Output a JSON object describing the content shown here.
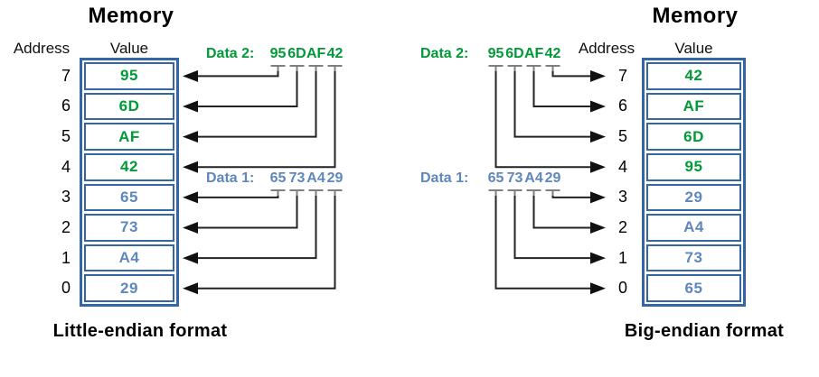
{
  "colors": {
    "table_border_blue": "#3465a4",
    "data2_green": "#009a38",
    "data1_blue": "#5e87be",
    "arrow_black": "#222222",
    "tick_gray": "#7f7f7f"
  },
  "panels": {
    "left": {
      "title": "Memory",
      "address_header": "Address",
      "value_header": "Value",
      "caption": "Little-endian format",
      "rows": [
        {
          "address": "7",
          "value": "95",
          "group": "data2"
        },
        {
          "address": "6",
          "value": "6D",
          "group": "data2"
        },
        {
          "address": "5",
          "value": "AF",
          "group": "data2"
        },
        {
          "address": "4",
          "value": "42",
          "group": "data2"
        },
        {
          "address": "3",
          "value": "65",
          "group": "data1"
        },
        {
          "address": "2",
          "value": "73",
          "group": "data1"
        },
        {
          "address": "1",
          "value": "A4",
          "group": "data1"
        },
        {
          "address": "0",
          "value": "29",
          "group": "data1"
        }
      ],
      "data2": {
        "prefix": "Data 2:",
        "bytes": [
          "95",
          "6D",
          "AF",
          "42"
        ],
        "targets": [
          7,
          6,
          5,
          4
        ]
      },
      "data1": {
        "prefix": "Data 1:",
        "bytes": [
          "65",
          "73",
          "A4",
          "29"
        ],
        "targets": [
          3,
          2,
          1,
          0
        ]
      }
    },
    "right": {
      "title": "Memory",
      "address_header": "Address",
      "value_header": "Value",
      "caption": "Big-endian format",
      "rows": [
        {
          "address": "7",
          "value": "42",
          "group": "data2"
        },
        {
          "address": "6",
          "value": "AF",
          "group": "data2"
        },
        {
          "address": "5",
          "value": "6D",
          "group": "data2"
        },
        {
          "address": "4",
          "value": "95",
          "group": "data2"
        },
        {
          "address": "3",
          "value": "29",
          "group": "data1"
        },
        {
          "address": "2",
          "value": "A4",
          "group": "data1"
        },
        {
          "address": "1",
          "value": "73",
          "group": "data1"
        },
        {
          "address": "0",
          "value": "65",
          "group": "data1"
        }
      ],
      "data2": {
        "prefix": "Data 2:",
        "bytes": [
          "95",
          "6D",
          "AF",
          "42"
        ],
        "targets": [
          4,
          5,
          6,
          7
        ]
      },
      "data1": {
        "prefix": "Data 1:",
        "bytes": [
          "65",
          "73",
          "A4",
          "29"
        ],
        "targets": [
          0,
          1,
          2,
          3
        ]
      }
    }
  }
}
